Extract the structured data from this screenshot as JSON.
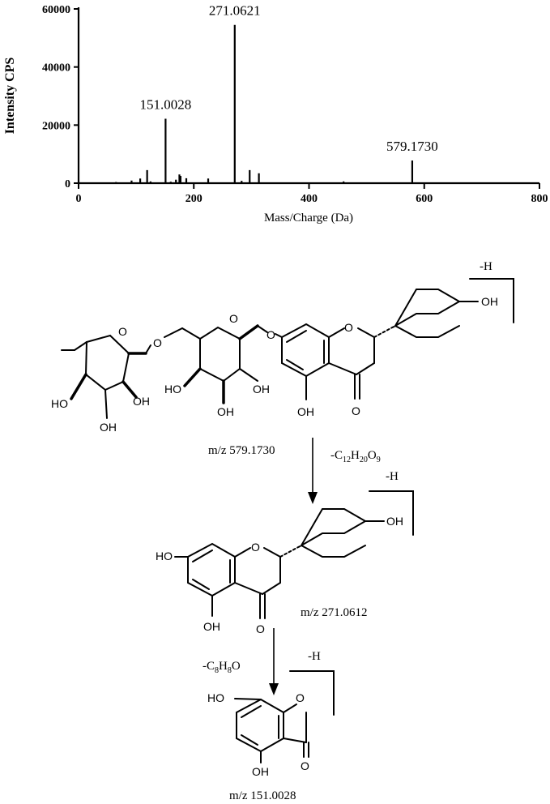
{
  "chart_data": {
    "type": "bar",
    "title": "",
    "xlabel": "Mass/Charge (Da)",
    "ylabel": "Intensity CPS",
    "xlim": [
      0,
      800
    ],
    "ylim": [
      0,
      60000
    ],
    "x_ticks": [
      "0",
      "200",
      "400",
      "600",
      "800"
    ],
    "y_ticks": [
      "0",
      "20000",
      "40000",
      "60000"
    ],
    "grid": false,
    "peaks": [
      {
        "x": 65,
        "y": 400
      },
      {
        "x": 92,
        "y": 900
      },
      {
        "x": 107,
        "y": 1600
      },
      {
        "x": 119,
        "y": 4500
      },
      {
        "x": 125,
        "y": 600
      },
      {
        "x": 151.0028,
        "y": 22200
      },
      {
        "x": 160,
        "y": 500
      },
      {
        "x": 169,
        "y": 1200
      },
      {
        "x": 175,
        "y": 3000
      },
      {
        "x": 177,
        "y": 2500
      },
      {
        "x": 187,
        "y": 1700
      },
      {
        "x": 225,
        "y": 1600
      },
      {
        "x": 271.0621,
        "y": 54500
      },
      {
        "x": 283,
        "y": 800
      },
      {
        "x": 297,
        "y": 4500
      },
      {
        "x": 313,
        "y": 3400
      },
      {
        "x": 460,
        "y": 600
      },
      {
        "x": 579.173,
        "y": 7800
      }
    ],
    "annotations": [
      {
        "text": "271.0621",
        "x": 271.0621
      },
      {
        "text": "151.0028",
        "x": 151.0028
      },
      {
        "text": "579.1730",
        "x": 579.173
      }
    ]
  },
  "scheme": {
    "atom_labels": {
      "O": "O",
      "OH": "OH",
      "HO": "HO"
    },
    "compounds": [
      {
        "mz_label": "m/z 579.1730",
        "charge_label": "-H"
      },
      {
        "mz_label": "m/z 271.0612",
        "charge_label": "-H"
      },
      {
        "mz_label": "m/z 151.0028",
        "charge_label": "-H"
      }
    ],
    "losses": [
      {
        "prefix": "-C",
        "n1": "12",
        "h": "H",
        "n2": "20",
        "o": "O",
        "n3": "9"
      },
      {
        "prefix": "-C",
        "n1": "8",
        "h": "H",
        "n2": "8",
        "o": "O",
        "n3": ""
      }
    ]
  }
}
